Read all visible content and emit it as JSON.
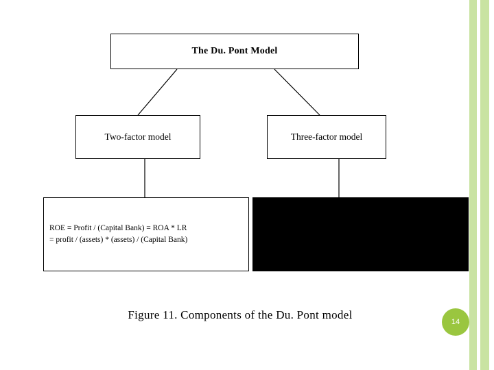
{
  "slide": {
    "title_box": "The Du. Pont Model",
    "branch_left": "Two-factor model",
    "branch_right": "Three-factor model",
    "formula_left_line1": "ROE = Profit / (Capital Bank) = ROA * LR",
    "formula_left_line2": "= profit / (assets) * (assets) / (Capital Bank)",
    "formula_right": "",
    "caption": "Figure 11. Components of the Du. Pont model",
    "page_number": "14",
    "colors": {
      "accent_green": "#9ac63f",
      "stripe_green": "#c9e3a2",
      "line": "#000000",
      "fill_black": "#000000",
      "background": "#ffffff"
    }
  }
}
